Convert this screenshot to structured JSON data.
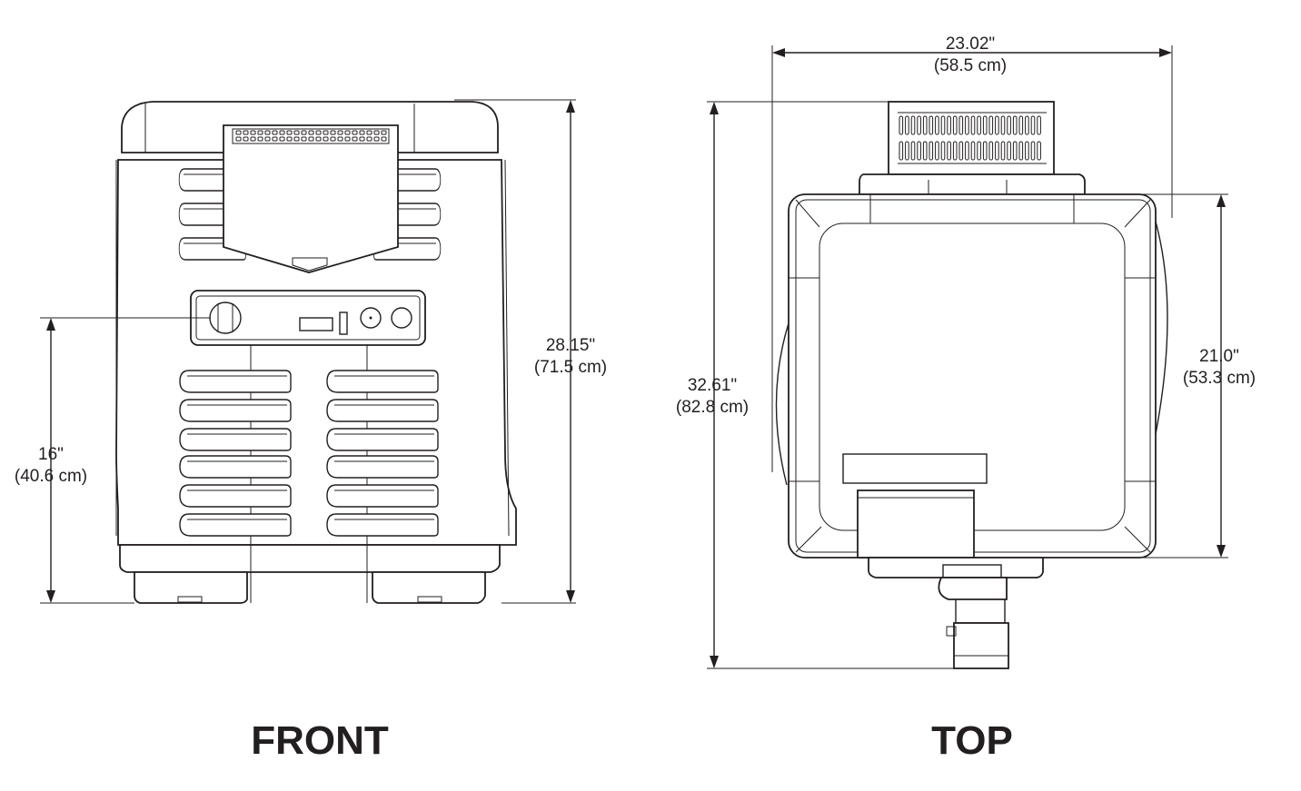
{
  "views": {
    "front": {
      "title": "FRONT",
      "height": {
        "in": "28.15\"",
        "cm": "(71.5 cm)"
      },
      "control_height": {
        "in": "16\"",
        "cm": "(40.6 cm)"
      }
    },
    "top": {
      "title": "TOP",
      "width": {
        "in": "23.02\"",
        "cm": "(58.5 cm)"
      },
      "depth_total": {
        "in": "32.61\"",
        "cm": "(82.8 cm)"
      },
      "depth_body": {
        "in": "21.0\"",
        "cm": "(53.3 cm)"
      }
    }
  }
}
